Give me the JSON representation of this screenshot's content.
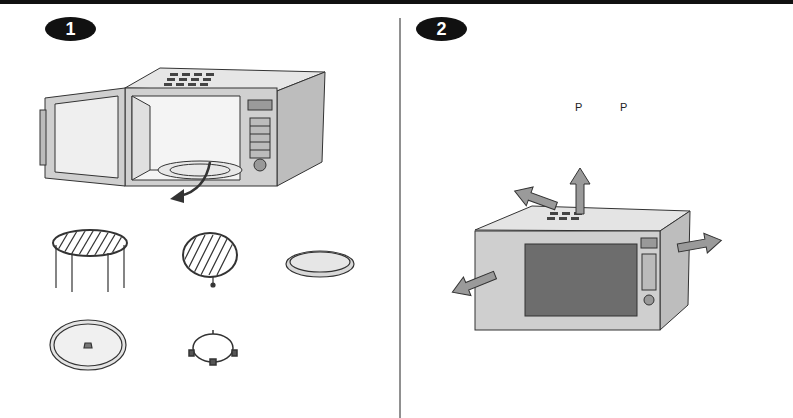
{
  "diagram": {
    "nodes": [
      {
        "text": [
          "1"
        ]
      },
      {
        "text": [
          "2"
        ]
      }
    ],
    "labels": [
      "P",
      "P"
    ]
  }
}
